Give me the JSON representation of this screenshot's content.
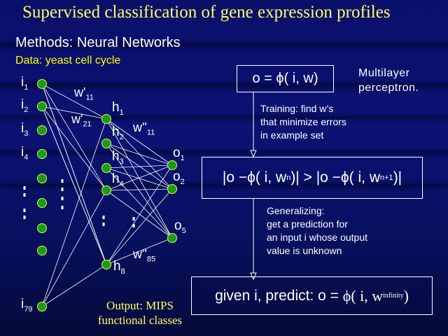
{
  "title": "Supervised classification of gene expression profiles",
  "methods": "Methods: Neural Networks",
  "data_line": "Data: yeast cell cycle",
  "network": {
    "inputs": [
      {
        "base": "i",
        "sub": "1"
      },
      {
        "base": "i",
        "sub": "2"
      },
      {
        "base": "i",
        "sub": "3"
      },
      {
        "base": "i",
        "sub": "4"
      },
      {
        "base": "i",
        "sub": "79"
      }
    ],
    "hidden": [
      {
        "base": "h",
        "sub": "1"
      },
      {
        "base": "h",
        "sub": "2"
      },
      {
        "base": "h",
        "sub": "3"
      },
      {
        "base": "h",
        "sub": "4"
      },
      {
        "base": "h",
        "sub": "8"
      }
    ],
    "outputs": [
      {
        "base": "o",
        "sub": "1"
      },
      {
        "base": "o",
        "sub": "2"
      },
      {
        "base": "o",
        "sub": "5"
      }
    ],
    "weights": [
      {
        "base": "w'",
        "sub": "11"
      },
      {
        "base": "w'",
        "sub": "21"
      },
      {
        "base": "w''",
        "sub": "11"
      },
      {
        "base": "w''",
        "sub": "85"
      }
    ],
    "output_label_1": "Output: MIPS",
    "output_label_2": "functional classes"
  },
  "flow": {
    "box1": "o = ϕ( i, w)",
    "mlp_1": "Multilayer",
    "mlp_2": "perceptron.",
    "training": [
      "Training: find w’s",
      "that minimize errors",
      "in example set"
    ],
    "box2_a": "|o −ϕ( i, w",
    "box2_sub_a": "n",
    "box2_b": ")| > |o −ϕ( i, w",
    "box2_sub_b": "n+1",
    "box2_c": ")|",
    "generalizing": [
      "Generalizing:",
      "get a prediction for",
      "an input i whose output",
      "value is unknown"
    ],
    "box3_a": "given i, predict: o = ",
    "box3_phi": "ϕ( i, w",
    "box3_sub": "infinity",
    "box3_c": ")"
  }
}
